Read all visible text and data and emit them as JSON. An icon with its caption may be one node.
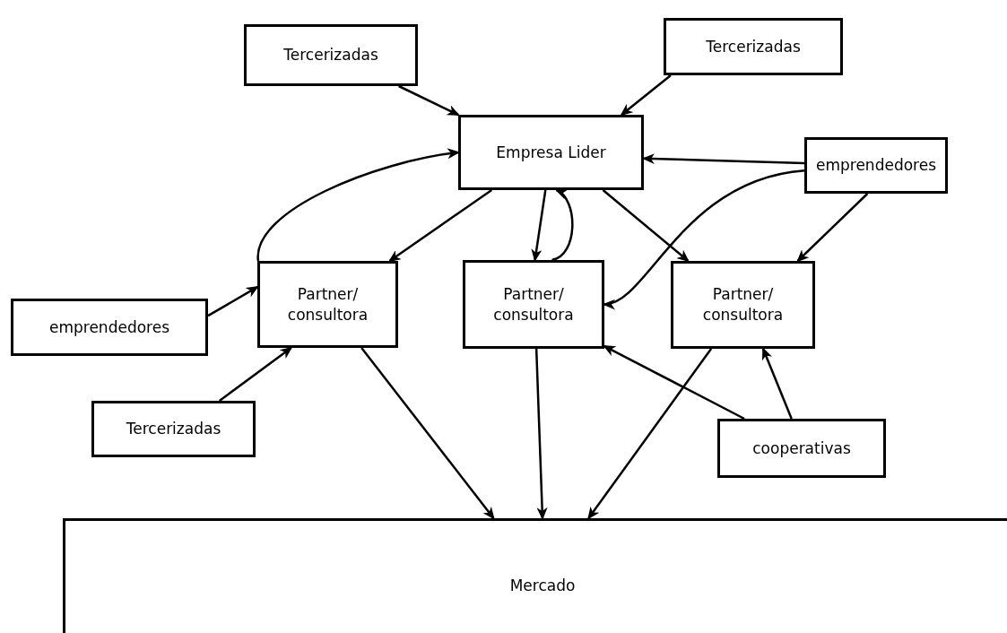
{
  "diagram": {
    "nodes": [
      {
        "text": [
          "Tercerizadas"
        ]
      },
      {
        "text": [
          "Tercerizadas"
        ]
      },
      {
        "text": [
          "Empresa Lider"
        ]
      },
      {
        "text": [
          "emprendedores"
        ]
      },
      {
        "text": [
          "emprendedores"
        ]
      },
      {
        "text": [
          "Partner/ consultora"
        ]
      },
      {
        "text": [
          "Partner/ consultora"
        ]
      },
      {
        "text": [
          "Partner/ consultora"
        ]
      },
      {
        "text": [
          "Tercerizadas"
        ]
      },
      {
        "text": [
          "cooperativas"
        ]
      },
      {
        "text": [
          "Mercado"
        ]
      }
    ],
    "edges": [
      {
        "from": 0,
        "to": 2,
        "arrow": "to"
      },
      {
        "from": 1,
        "to": 2,
        "arrow": "to"
      },
      {
        "from": 3,
        "to": 2,
        "arrow": "to"
      },
      {
        "from": 3,
        "to": 6,
        "arrow": "to"
      },
      {
        "from": 3,
        "to": 7,
        "arrow": "to"
      },
      {
        "from": 2,
        "to": 5,
        "arrow": "to"
      },
      {
        "from": 2,
        "to": 6,
        "arrow": "to"
      },
      {
        "from": 6,
        "to": 2,
        "arrow": "to"
      },
      {
        "from": 2,
        "to": 7,
        "arrow": "to"
      },
      {
        "from": 5,
        "to": 2,
        "arrow": "to"
      },
      {
        "from": 4,
        "to": 5,
        "arrow": "to"
      },
      {
        "from": 8,
        "to": 5,
        "arrow": "to"
      },
      {
        "from": 9,
        "to": 6,
        "arrow": "to"
      },
      {
        "from": 9,
        "to": 7,
        "arrow": "to"
      },
      {
        "from": 5,
        "to": 10,
        "arrow": "to"
      },
      {
        "from": 6,
        "to": 10,
        "arrow": "to"
      },
      {
        "from": 7,
        "to": 10,
        "arrow": "to"
      }
    ]
  }
}
